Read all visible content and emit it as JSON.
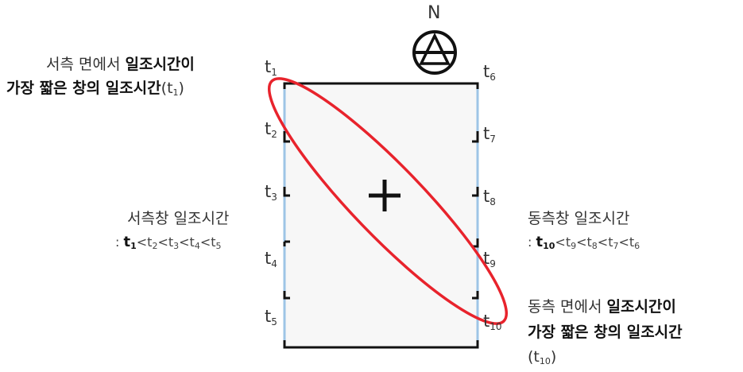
{
  "compass": {
    "label": "N"
  },
  "times": [
    {
      "base": "t",
      "sub": "1"
    },
    {
      "base": "t",
      "sub": "2"
    },
    {
      "base": "t",
      "sub": "3"
    },
    {
      "base": "t",
      "sub": "4"
    },
    {
      "base": "t",
      "sub": "5"
    },
    {
      "base": "t",
      "sub": "6"
    },
    {
      "base": "t",
      "sub": "7"
    },
    {
      "base": "t",
      "sub": "8"
    },
    {
      "base": "t",
      "sub": "9"
    },
    {
      "base": "t",
      "sub": "10"
    }
  ],
  "west_shortest": {
    "line1_normal": "서측 면에서 ",
    "line1_bold": "일조시간이",
    "line2_bold": "가장 짧은 창의 일조시간",
    "line2_paren_open": "(t",
    "line2_paren_sub": "1",
    "line2_paren_close": ")"
  },
  "west_window": {
    "title": "서측창 일조시간",
    "colon": ": ",
    "first_t": "t",
    "first_sub": "1",
    "rest": [
      {
        "lt": "<",
        "t": "t",
        "sub": "2"
      },
      {
        "lt": "<",
        "t": "t",
        "sub": "3"
      },
      {
        "lt": "<",
        "t": "t",
        "sub": "4"
      },
      {
        "lt": "<",
        "t": "t",
        "sub": "5"
      }
    ]
  },
  "east_window": {
    "title": "동측창 일조시간",
    "colon": ": ",
    "first_t": "t",
    "first_sub": "10",
    "rest": [
      {
        "lt": "<",
        "t": "t",
        "sub": "9"
      },
      {
        "lt": "<",
        "t": "t",
        "sub": "8"
      },
      {
        "lt": "<",
        "t": "t",
        "sub": "7"
      },
      {
        "lt": "<",
        "t": "t",
        "sub": "6"
      }
    ]
  },
  "east_shortest": {
    "line1_normal": "동측 면에서 ",
    "line1_bold": "일조시간이",
    "line2_bold": "가장 짧은 창의 일조시간",
    "line3_open": "(t",
    "line3_sub": "10",
    "line3_close": ")"
  },
  "colors": {
    "ellipse": "#e8232c",
    "window_edge": "#9ec5e6",
    "building_fill": "#f7f7f7",
    "outline": "#111111"
  }
}
